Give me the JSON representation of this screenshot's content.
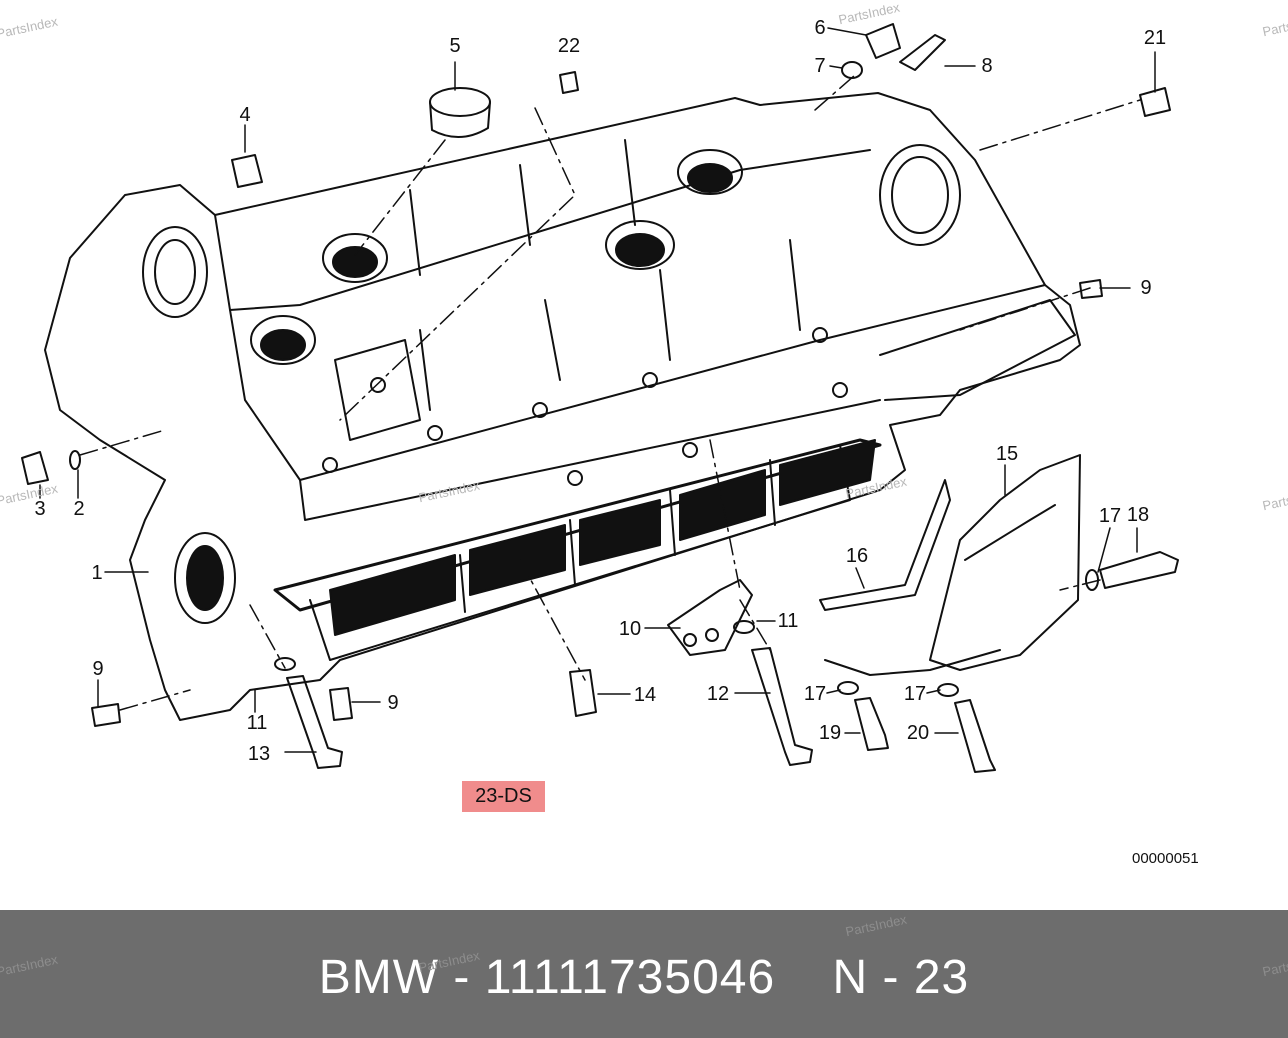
{
  "callouts": [
    "1",
    "2",
    "3",
    "4",
    "5",
    "6",
    "7",
    "8",
    "9",
    "9",
    "9",
    "9",
    "10",
    "11",
    "11",
    "12",
    "13",
    "14",
    "15",
    "16",
    "17",
    "17",
    "17",
    "18",
    "19",
    "20",
    "21",
    "22"
  ],
  "reference_chip": "23-DS",
  "drawing_number": "00000051",
  "watermark": "PartsIndex",
  "footer": {
    "brand": "BMW",
    "separator": " - ",
    "part_number": "11111735046",
    "section": "N - 23"
  }
}
